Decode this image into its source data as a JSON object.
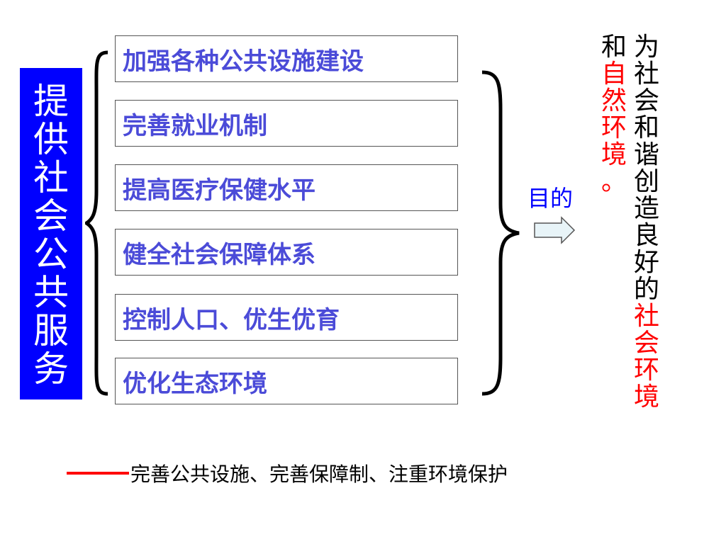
{
  "left_title": "提供社会公共服务",
  "items": [
    "加强各种公共设施建设",
    "完善就业机制",
    "提高医疗保健水平",
    "健全社会保障体系",
    "控制人口、优生优育",
    "优化生态环境"
  ],
  "purpose_label": "目的",
  "purpose_column_1": [
    {
      "text": "为",
      "color": "#000000"
    },
    {
      "text": "社",
      "color": "#000000"
    },
    {
      "text": "会",
      "color": "#000000"
    },
    {
      "text": "和",
      "color": "#000000"
    },
    {
      "text": "谐",
      "color": "#000000"
    },
    {
      "text": "创",
      "color": "#000000"
    },
    {
      "text": "造",
      "color": "#000000"
    },
    {
      "text": "良",
      "color": "#000000"
    },
    {
      "text": "好",
      "color": "#000000"
    },
    {
      "text": "的",
      "color": "#000000"
    },
    {
      "text": "社",
      "color": "#ff0000"
    },
    {
      "text": "会",
      "color": "#ff0000"
    },
    {
      "text": "环",
      "color": "#ff0000"
    },
    {
      "text": "境",
      "color": "#ff0000"
    }
  ],
  "purpose_column_2": [
    {
      "text": "和",
      "color": "#000000"
    },
    {
      "text": "自",
      "color": "#ff0000"
    },
    {
      "text": "然",
      "color": "#ff0000"
    },
    {
      "text": "环",
      "color": "#ff0000"
    },
    {
      "text": "境",
      "color": "#ff0000"
    },
    {
      "text": "。",
      "color": "#ff0000"
    }
  ],
  "footer_dash": "——",
  "footer_text": "完善公共设施、完善保障制、注重环境保护",
  "colors": {
    "title_bg": "#0000ff",
    "item_text": "#4b4bd8",
    "accent_red": "#ff0000",
    "purpose_blue": "#0000ff"
  }
}
